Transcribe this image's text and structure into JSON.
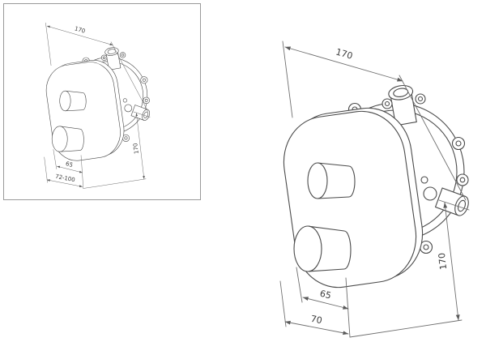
{
  "diagram": {
    "views": {
      "inset": {
        "dim_top": "170",
        "dim_side": "170",
        "dim_knob": "65",
        "dim_depth": "72-100"
      },
      "main": {
        "dim_top": "170",
        "dim_side": "170",
        "dim_knob": "65",
        "dim_bottom": "70"
      }
    }
  },
  "colors": {
    "object_line": "#4a4a4a",
    "dimension_line": "#6f6f6f",
    "text": "#3c3c3c",
    "background": "#ffffff",
    "inset_border": "#999999"
  }
}
